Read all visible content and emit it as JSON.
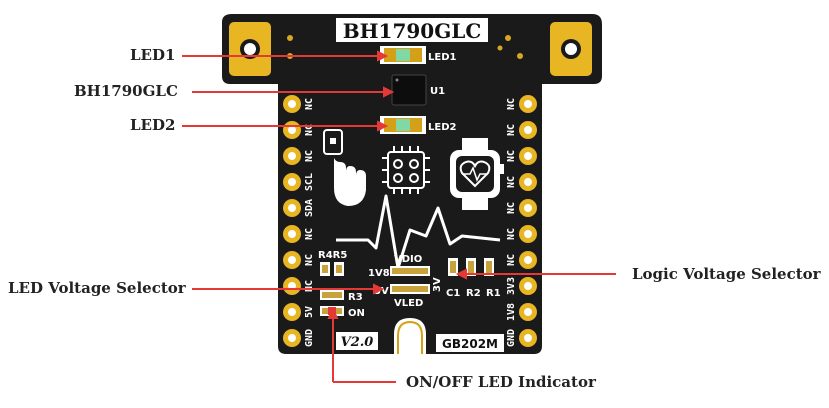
{
  "board": {
    "title": "BH1790GLC",
    "version": "V2.0",
    "part_number": "GB202M",
    "silk": {
      "led1": "LED1",
      "u1": "U1",
      "led2": "LED2",
      "r4r5": "R4R5",
      "v1v8": "1V8",
      "v5": "5V",
      "vdio": "VDIO",
      "vled": "VLED",
      "v3": "3V",
      "r3": "R3",
      "on": "ON",
      "c1": "C1",
      "r2": "R2",
      "r1": "R1"
    },
    "left_pins": [
      "NC",
      "NC",
      "NC",
      "SCL",
      "SDA",
      "NC",
      "NC",
      "NC",
      "5V",
      "GND"
    ],
    "right_pins": [
      "NC",
      "NC",
      "NC",
      "NC",
      "NC",
      "NC",
      "NC",
      "3V3",
      "1V8",
      "GND"
    ]
  },
  "callouts": {
    "led1": "LED1",
    "chip": "BH1790GLC",
    "led2": "LED2",
    "led_voltage": "LED Voltage Selector",
    "logic_voltage": "Logic Voltage Selector",
    "on_off": "ON/OFF LED Indicator"
  },
  "colors": {
    "pcb": "#1a1a1a",
    "gold": "#e8b523",
    "arrow": "#e53935",
    "led": "#7fd8a6"
  }
}
